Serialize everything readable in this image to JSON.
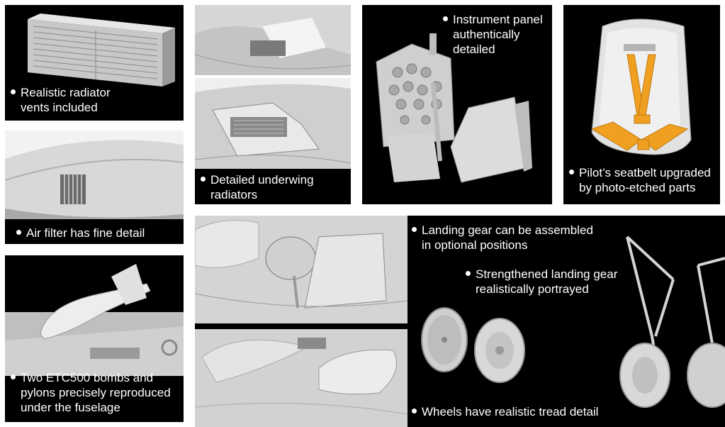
{
  "panels": {
    "radiator_vents": {
      "caption": [
        "Realistic radiator",
        "vents included"
      ]
    },
    "air_filter": {
      "caption": [
        "Air filter has fine detail"
      ]
    },
    "bombs": {
      "caption": [
        "Two ETC500 bombs and",
        "pylons precisely reproduced",
        "under the fuselage"
      ]
    },
    "underwing": {
      "caption": [
        "Detailed underwing",
        "radiators"
      ]
    },
    "instrument": {
      "caption": [
        "Instrument panel",
        "authentically",
        "detailed"
      ]
    },
    "seatbelt": {
      "caption": [
        "Pilot’s seatbelt upgraded",
        "by photo-etched parts"
      ]
    },
    "landing": {
      "caption": [
        "Landing gear can be assembled",
        "in optional positions"
      ]
    },
    "strengthened": {
      "caption": [
        "Strengthened landing gear",
        "realistically portrayed"
      ]
    },
    "wheels": {
      "caption": [
        "Wheels have realistic tread detail"
      ]
    }
  },
  "colors": {
    "panel_bg": "#000000",
    "render_grey": "#cfcfcf",
    "belt_orange": "#f0a020"
  }
}
